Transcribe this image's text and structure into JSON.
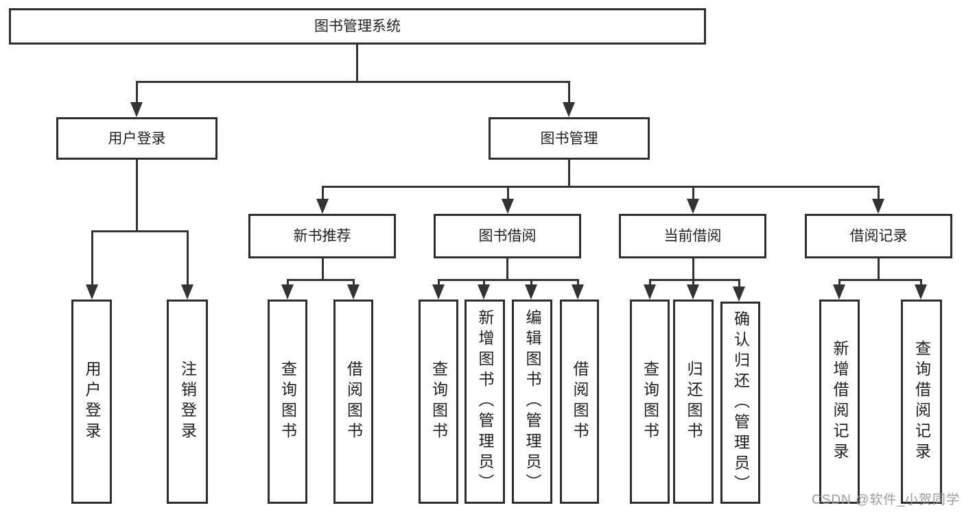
{
  "diagram": {
    "root": {
      "label": "图书管理系统"
    },
    "branches": [
      {
        "label": "用户登录",
        "children": [
          {
            "label": "用户登录"
          },
          {
            "label": "注销登录"
          }
        ]
      },
      {
        "label": "图书管理",
        "children": [
          {
            "label": "新书推荐",
            "children": [
              {
                "label": "查询图书"
              },
              {
                "label": "借阅图书"
              }
            ]
          },
          {
            "label": "图书借阅",
            "children": [
              {
                "label": "查询图书"
              },
              {
                "label": "新增图书（管理员）"
              },
              {
                "label": "编辑图书（管理员）"
              },
              {
                "label": "借阅图书"
              }
            ]
          },
          {
            "label": "当前借阅",
            "children": [
              {
                "label": "查询图书"
              },
              {
                "label": "归还图书"
              },
              {
                "label": "确认归还（管理员）"
              }
            ]
          },
          {
            "label": "借阅记录",
            "children": [
              {
                "label": "新增借阅记录"
              },
              {
                "label": "查询借阅记录"
              }
            ]
          }
        ]
      }
    ]
  },
  "watermark": {
    "text": "CSDN @软件_小贺同学"
  },
  "colors": {
    "line": "#333333",
    "box_border": "#2d2d2d",
    "text": "#1f1f1f",
    "watermark": "#9b9b9b",
    "background": "#ffffff"
  }
}
